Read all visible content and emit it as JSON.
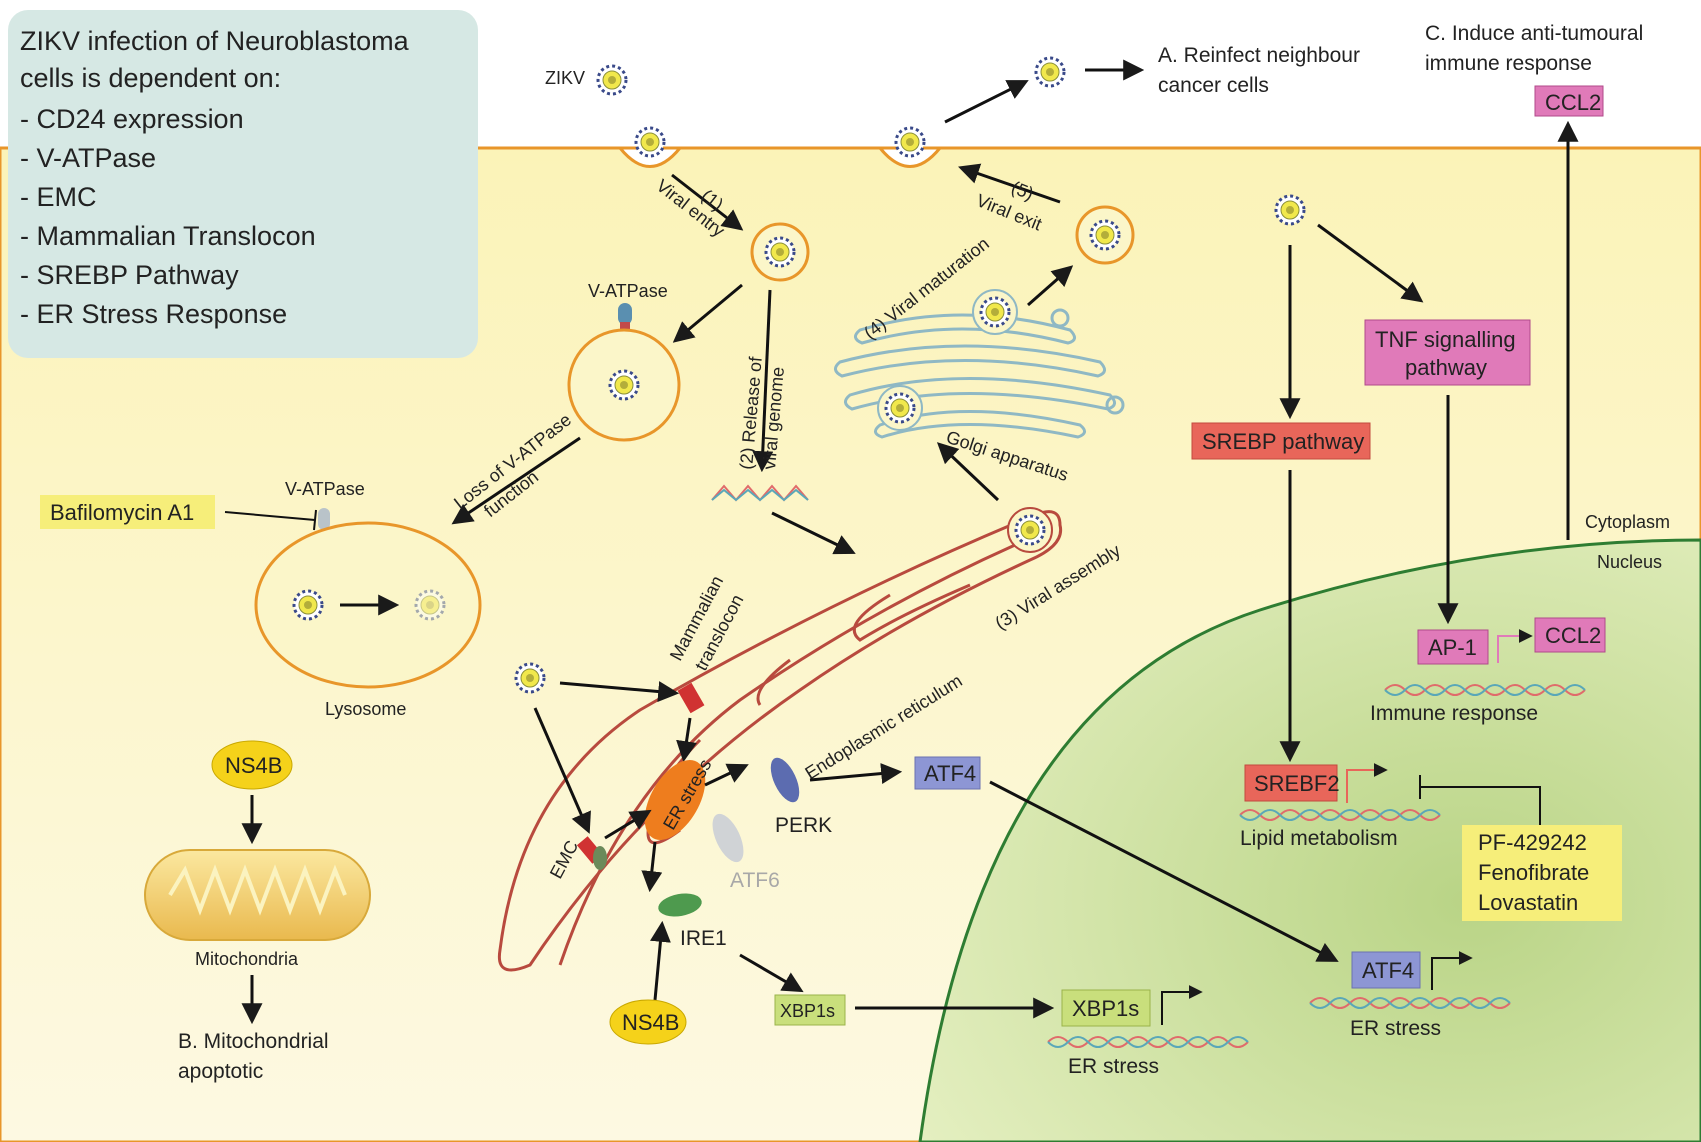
{
  "summary": {
    "title_line1": "ZIKV infection of Neuroblastoma",
    "title_line2": "cells is dependent on:",
    "items": [
      "- CD24 expression",
      "- V-ATPase",
      "- EMC",
      "- Mammalian Translocon",
      "- SREBP Pathway",
      "- ER Stress Response"
    ]
  },
  "labels": {
    "zikv": "ZIKV",
    "reinfect_1": "A. Reinfect neighbour",
    "reinfect_2": "cancer cells",
    "anti_1": "C. Induce anti-tumoural",
    "anti_2": "immune response",
    "ccl2_top": "CCL2",
    "step1_num": "(1)",
    "step1": "Viral entry",
    "step5_num": "(5)",
    "step5": "Viral exit",
    "step4": "(4) Viral maturation",
    "step2_1": "(2) Release of",
    "step2_2": "viral genome",
    "vatpase_1": "V-ATPase",
    "vatpase_2": "V-ATPase",
    "loss_1": "Loss of V-ATPase",
    "loss_2": "function",
    "bafilomycin": "Bafilomycin A1",
    "lysosome": "Lysosome",
    "golgi": "Golgi apparatus",
    "step3": "(3) Viral assembly",
    "mam_1": "Mammalian",
    "mam_2": "translocon",
    "er": "Endoplasmic reticulum",
    "er_stress": "ER stress",
    "perk": "PERK",
    "atf6": "ATF6",
    "ire1": "IRE1",
    "emc": "EMC",
    "ns4b_1": "NS4B",
    "ns4b_2": "NS4B",
    "mito": "Mitochondria",
    "mito_b1": "B. Mitochondrial",
    "mito_b2": "apoptotic",
    "atf4_cyt": "ATF4",
    "xbp1s_cyt": "XBP1s",
    "srebp": "SREBP pathway",
    "tnf_1": "TNF signalling",
    "tnf_2": "pathway",
    "cytoplasm": "Cytoplasm",
    "nucleus": "Nucleus",
    "ap1": "AP-1",
    "ccl2_nuc": "CCL2",
    "immune": "Immune response",
    "srebf2": "SREBF2",
    "lipid": "Lipid metabolism",
    "pf": "PF-429242",
    "feno": "Fenofibrate",
    "lova": "Lovastatin",
    "atf4_nuc": "ATF4",
    "er_stress_nuc1": "ER stress",
    "xbp1s_nuc": "XBP1s",
    "er_stress_nuc2": "ER stress"
  },
  "colors": {
    "cell": "#fbf6c9",
    "membrane": "#e8962a",
    "nucleus": "#cfe0a2",
    "nucleus_edge": "#2e7d32",
    "summary_box": "#d6e8e4",
    "er": "#b84a3e",
    "golgi": "#8fb8c4",
    "pink_box": "#e07ab9",
    "red_box": "#e8665a",
    "yellow_box": "#f6ee7a",
    "blue_box": "#8d96d4",
    "green_box": "#c9df7c"
  }
}
